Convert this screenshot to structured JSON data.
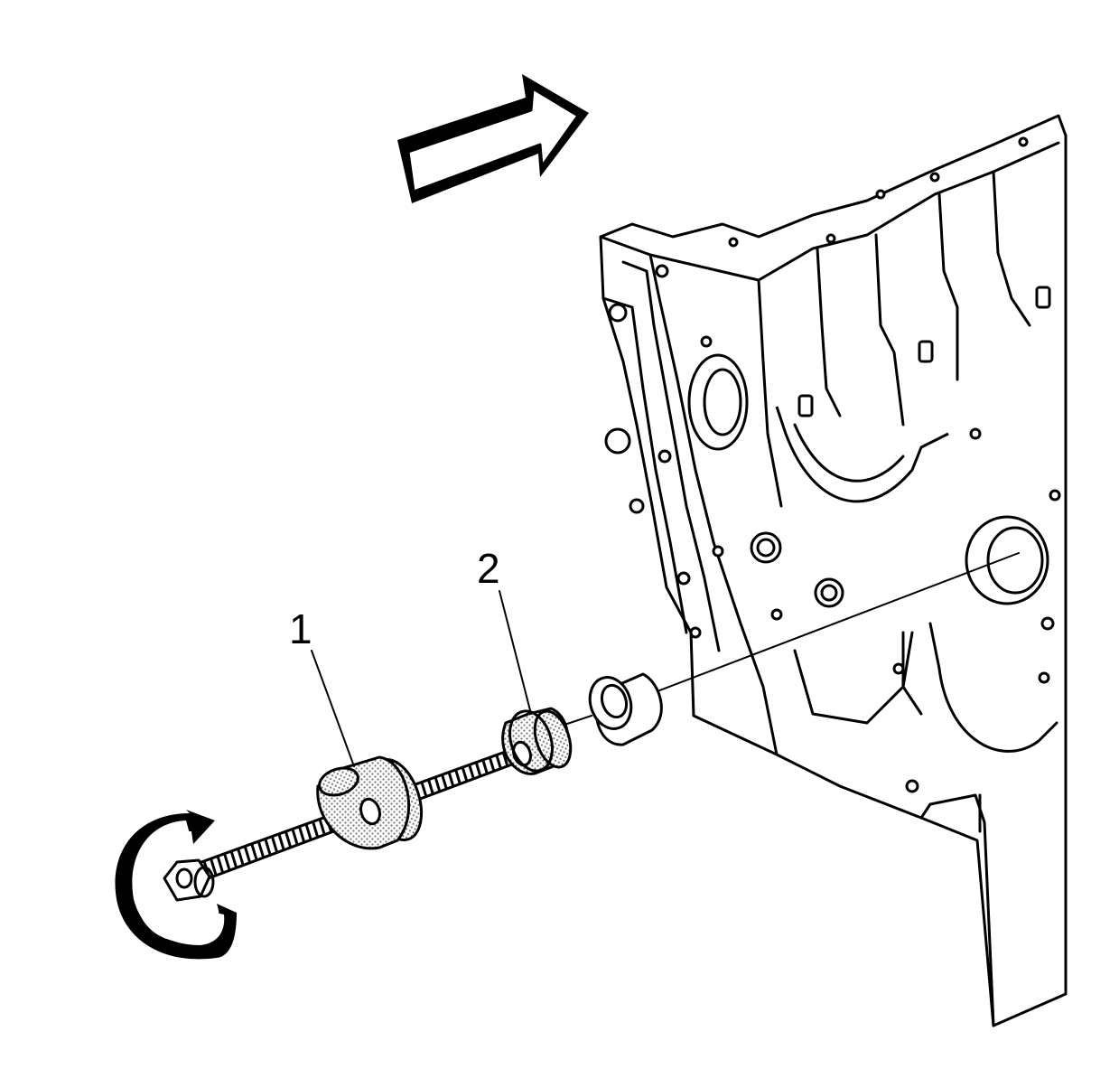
{
  "diagram": {
    "callouts": [
      {
        "id": "1",
        "label": "1"
      },
      {
        "id": "2",
        "label": "2"
      }
    ],
    "colors": {
      "line": "#000000",
      "background": "#ffffff",
      "stipple": "#9a9a9a"
    },
    "icons": {
      "direction_arrow": "arrow-right-icon",
      "rotation_arrow": "clockwise-rotation-icon"
    }
  }
}
